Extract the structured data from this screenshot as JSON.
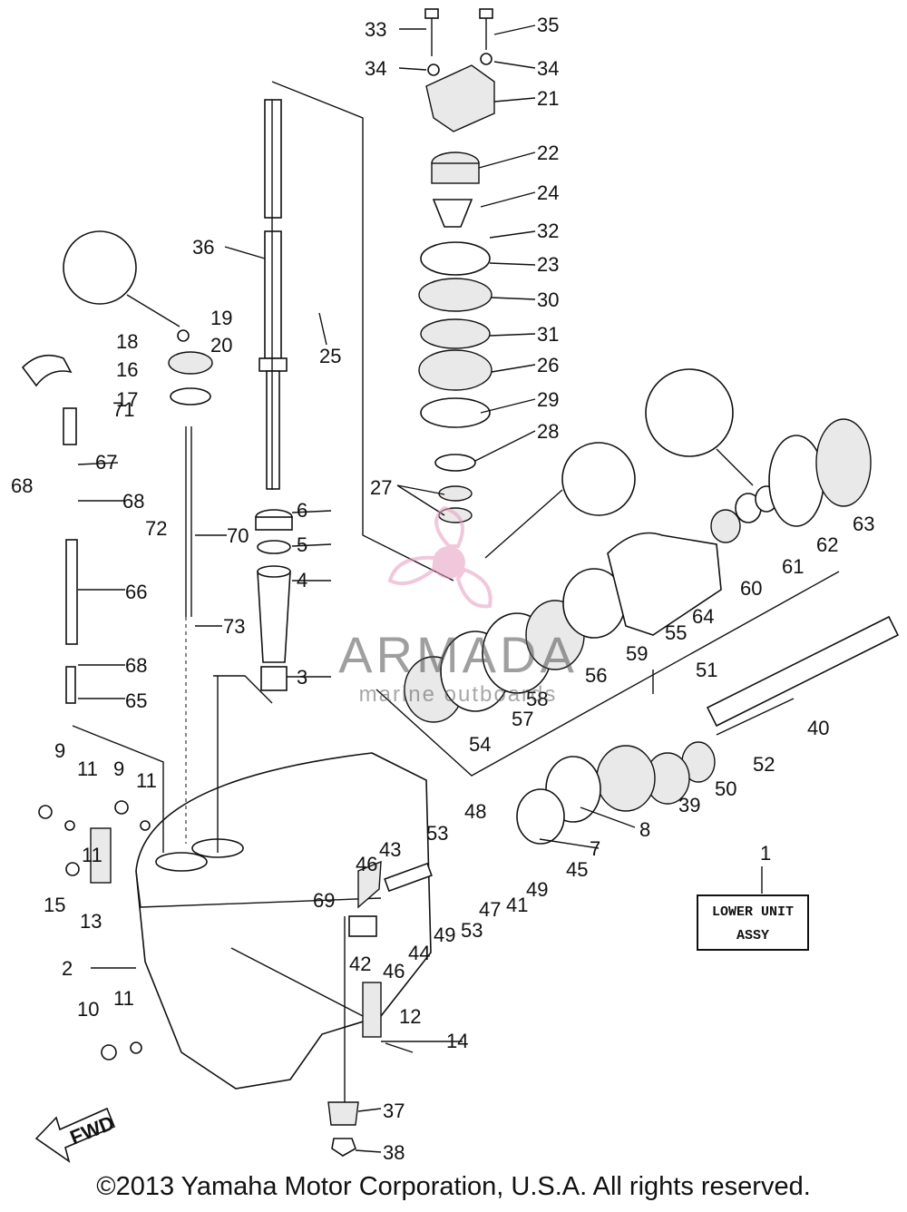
{
  "diagram": {
    "assembly_label_line1": "LOWER UNIT",
    "assembly_label_line2": "ASSY",
    "fwd_label": "FWD",
    "copyright": "©2013 Yamaha Motor Corporation, U.S.A. All rights reserved.",
    "watermark_brand": "ARMADA",
    "watermark_tagline": "marine outboards",
    "accent_color": "#e79bc0",
    "part_numbers": [
      "1",
      "2",
      "3",
      "4",
      "5",
      "6",
      "7",
      "8",
      "9",
      "9",
      "10",
      "11",
      "11",
      "11",
      "11",
      "12",
      "13",
      "14",
      "15",
      "16",
      "17",
      "18",
      "19",
      "20",
      "21",
      "22",
      "23",
      "24",
      "25",
      "26",
      "27",
      "28",
      "29",
      "30",
      "31",
      "32",
      "33",
      "34",
      "34",
      "35",
      "36",
      "37",
      "38",
      "39",
      "40",
      "41",
      "42",
      "43",
      "44",
      "45",
      "46",
      "46",
      "47",
      "48",
      "49",
      "49",
      "50",
      "51",
      "52",
      "53",
      "53",
      "54",
      "55",
      "56",
      "57",
      "58",
      "59",
      "60",
      "61",
      "62",
      "63",
      "64",
      "65",
      "66",
      "67",
      "68",
      "68",
      "68",
      "69",
      "70",
      "71",
      "72",
      "73"
    ]
  }
}
